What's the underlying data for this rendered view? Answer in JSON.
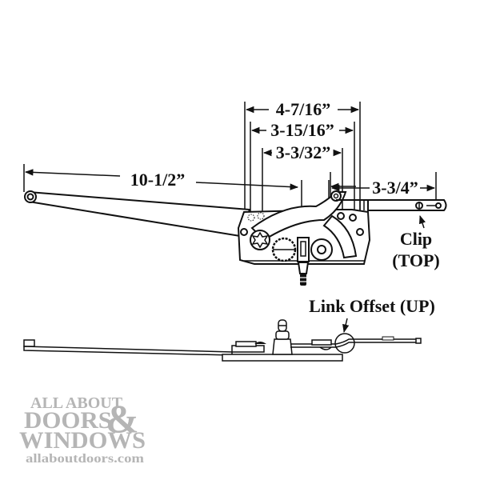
{
  "diagram": {
    "subject": "Casement window operator (dual arm) dimension drawing",
    "dimensions": {
      "overall_housing": "4-7/16”",
      "middle_span": "3-15/16”",
      "inner_span": "3-3/32”",
      "long_arm": "10-1/2”",
      "short_arm": "3-3/4”"
    },
    "callouts": {
      "clip_line1": "Clip",
      "clip_line2": "(TOP)",
      "link_offset": "Link Offset (UP)"
    }
  },
  "logo": {
    "line1": "ALL ABOUT",
    "line2": "DOORS",
    "ampersand": "&",
    "line3": "WINDOWS",
    "url": "allaboutdoors.com",
    "color": "#b5b5b5"
  },
  "colors": {
    "line": "#111111",
    "background": "#ffffff"
  }
}
